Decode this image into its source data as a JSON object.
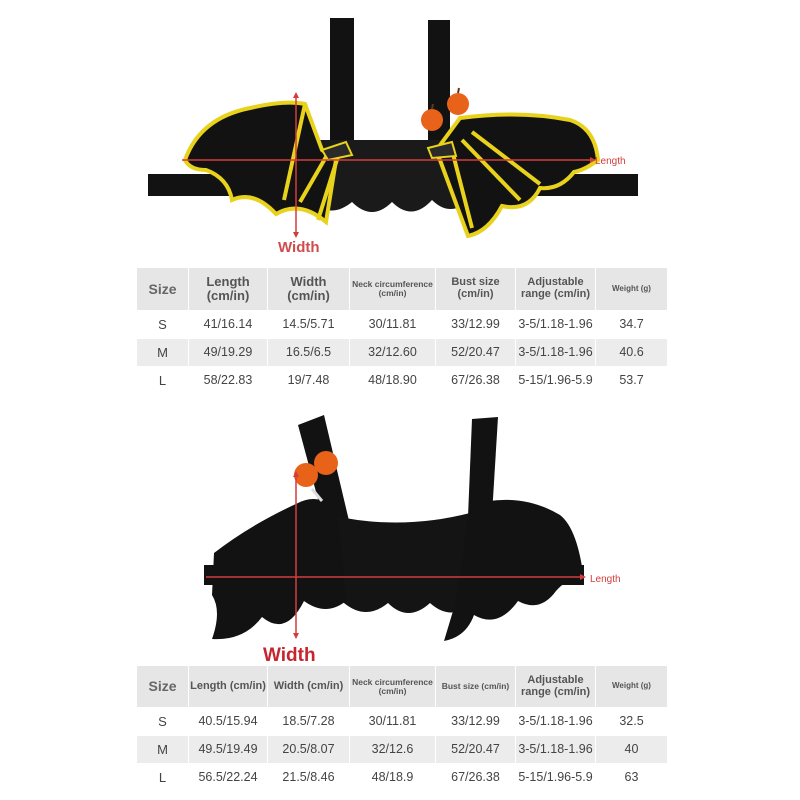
{
  "top": {
    "length_label": "Length",
    "width_label": "Width",
    "table": {
      "headers": {
        "size": "Size",
        "length": "Length (cm/in)",
        "width": "Width (cm/in)",
        "neck": "Neck circumference (cm/in)",
        "bust": "Bust size (cm/in)",
        "adjustable": "Adjustable range (cm/in)",
        "weight": "Weight (g)"
      },
      "rows": [
        {
          "size": "S",
          "length": "41/16.14",
          "width": "14.5/5.71",
          "neck": "30/11.81",
          "bust": "33/12.99",
          "adjustable": "3-5/1.18-1.96",
          "weight": "34.7"
        },
        {
          "size": "M",
          "length": "49/19.29",
          "width": "16.5/6.5",
          "neck": "32/12.60",
          "bust": "52/20.47",
          "adjustable": "3-5/1.18-1.96",
          "weight": "40.6"
        },
        {
          "size": "L",
          "length": "58/22.83",
          "width": "19/7.48",
          "neck": "48/18.90",
          "bust": "67/26.38",
          "adjustable": "5-15/1.96-5.9",
          "weight": "53.7"
        }
      ]
    }
  },
  "bottom": {
    "length_label": "Length",
    "width_label": "Width",
    "table": {
      "headers": {
        "size": "Size",
        "length": "Length (cm/in)",
        "width": "Width (cm/in)",
        "neck": "Neck circumference (cm/in)",
        "bust": "Bust size (cm/in)",
        "adjustable": "Adjustable range (cm/in)",
        "weight": "Weight (g)"
      },
      "rows": [
        {
          "size": "S",
          "length": "40.5/15.94",
          "width": "18.5/7.28",
          "neck": "30/11.81",
          "bust": "33/12.99",
          "adjustable": "3-5/1.18-1.96",
          "weight": "32.5"
        },
        {
          "size": "M",
          "length": "49.5/19.49",
          "width": "20.5/8.07",
          "neck": "32/12.6",
          "bust": "52/20.47",
          "adjustable": "3-5/1.18-1.96",
          "weight": "40"
        },
        {
          "size": "L",
          "length": "56.5/22.24",
          "width": "21.5/8.46",
          "neck": "48/18.9",
          "bust": "67/26.38",
          "adjustable": "5-15/1.96-5.9",
          "weight": "63"
        }
      ]
    }
  },
  "colors": {
    "wing_black": "#121212",
    "trim_yellow": "#e8d21c",
    "pumpkin_orange": "#e8621a",
    "measure_red": "#d33c3c",
    "table_header_grey": "#e6e6e6"
  }
}
